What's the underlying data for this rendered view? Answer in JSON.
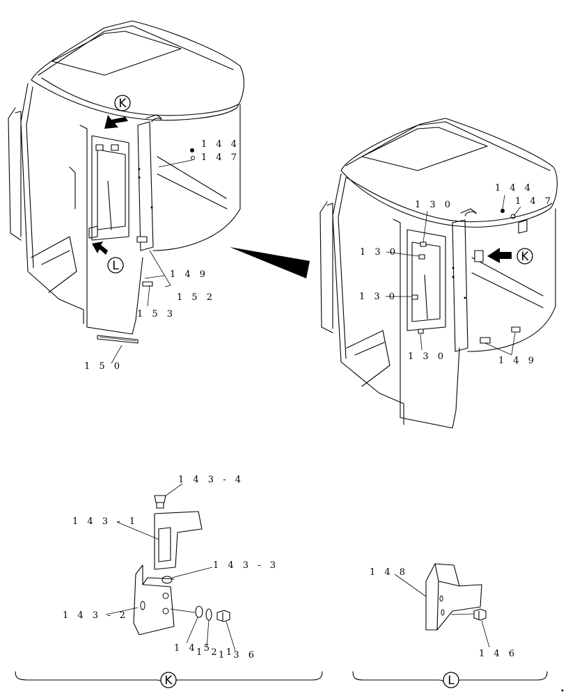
{
  "callouts": {
    "k": "K",
    "l": "L"
  },
  "labels": {
    "p144_left": "1 4 4",
    "p147_left": "1 4 7",
    "p149_left": "1 4 9",
    "p152": "1 5 2",
    "p153": "1 5 3",
    "p150": "1 5 0",
    "p130_a": "1 3 0",
    "p130_b": "1 3 0",
    "p130_c": "1 3 0",
    "p130_d": "1 3 0",
    "p144_right": "1 4 4",
    "p147_right": "1 4 7",
    "p149_right": "1 4 9",
    "p143_4": "1 4 3 - 4",
    "p143_1": "1 4 3 - 1",
    "p143_3": "1 4 3 - 3",
    "p143_2": "1 4 3 - 2",
    "p145": "1 4 5",
    "p121": "1 2 1",
    "p136": "1 3 6",
    "p148": "1 4 8",
    "p146": "1 4 6"
  },
  "icons": [
    "arrow-icon",
    "bolt-icon",
    "washer-icon",
    "bracket-icon"
  ]
}
